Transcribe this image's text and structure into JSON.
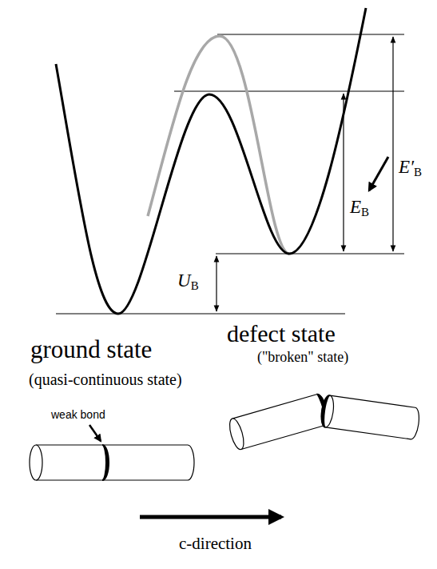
{
  "diagram": {
    "labels": [
      "E′B",
      "EB",
      "UB",
      "ground state",
      "(quasi-continuous state)",
      "defect state",
      "(\"broken\" state)",
      "weak bond",
      "c-direction"
    ]
  }
}
